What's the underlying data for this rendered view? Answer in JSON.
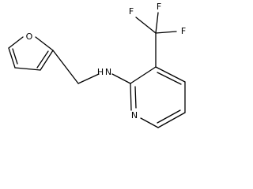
{
  "molecule": {
    "atoms": {
      "furan_o": "O",
      "amine_n": "N",
      "amine_h": "H",
      "pyridine_n": "N",
      "fluorine_top_left": "F",
      "fluorine_top_right": "F",
      "fluorine_right": "F"
    }
  },
  "colors": {
    "bond": "#000000",
    "label": "#000000",
    "background": "#ffffff"
  }
}
